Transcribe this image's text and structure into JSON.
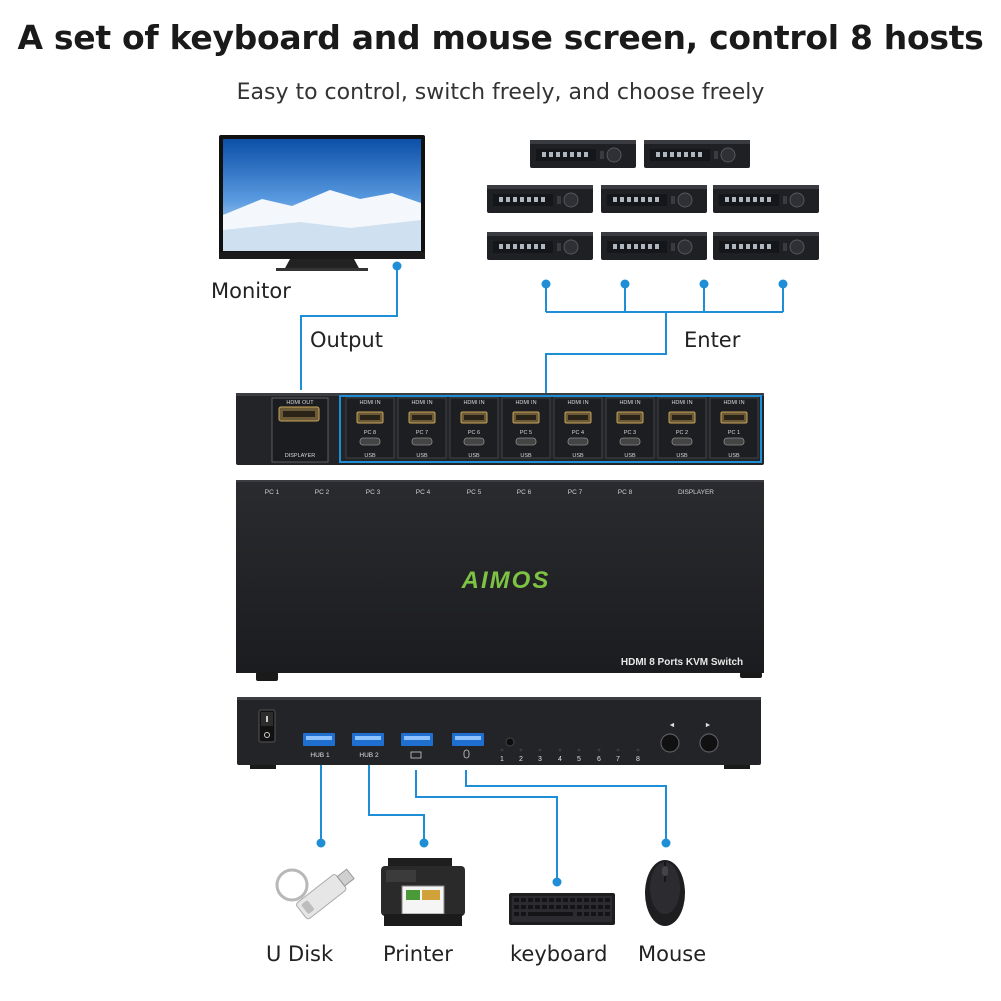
{
  "header": {
    "title": "A set of keyboard and mouse screen, control 8 hosts",
    "subtitle": "Easy to control, switch freely, and choose freely"
  },
  "labels": {
    "monitor": "Monitor",
    "output": "Output",
    "enter": "Enter",
    "udisk": "U Disk",
    "printer": "Printer",
    "keyboard": "keyboard",
    "mouse": "Mouse"
  },
  "rear_panel": {
    "hdmi_out": "HDMI OUT",
    "displayer": "DISPLAYER",
    "hdmi_in": "HDMI IN",
    "usb": "USB",
    "pc_ports": [
      "PC 8",
      "PC 7",
      "PC 6",
      "PC 5",
      "PC 4",
      "PC 3",
      "PC 2",
      "PC 1"
    ]
  },
  "top_panel": {
    "pc_labels": [
      "PC 1",
      "PC 2",
      "PC 3",
      "PC 4",
      "PC 5",
      "PC 6",
      "PC 7",
      "PC 8"
    ],
    "displayer": "DISPLAYER",
    "brand": "AIMOS",
    "model": "HDMI 8 Ports KVM Switch"
  },
  "front_panel": {
    "hub1": "HUB 1",
    "hub2": "HUB 2",
    "leds": [
      "1",
      "2",
      "3",
      "4",
      "5",
      "6",
      "7",
      "8"
    ],
    "left_button": "◄",
    "right_button": "►"
  },
  "colors": {
    "connector": "#1e8fd6",
    "device": "#222326",
    "brand_green": "#7dc242"
  }
}
